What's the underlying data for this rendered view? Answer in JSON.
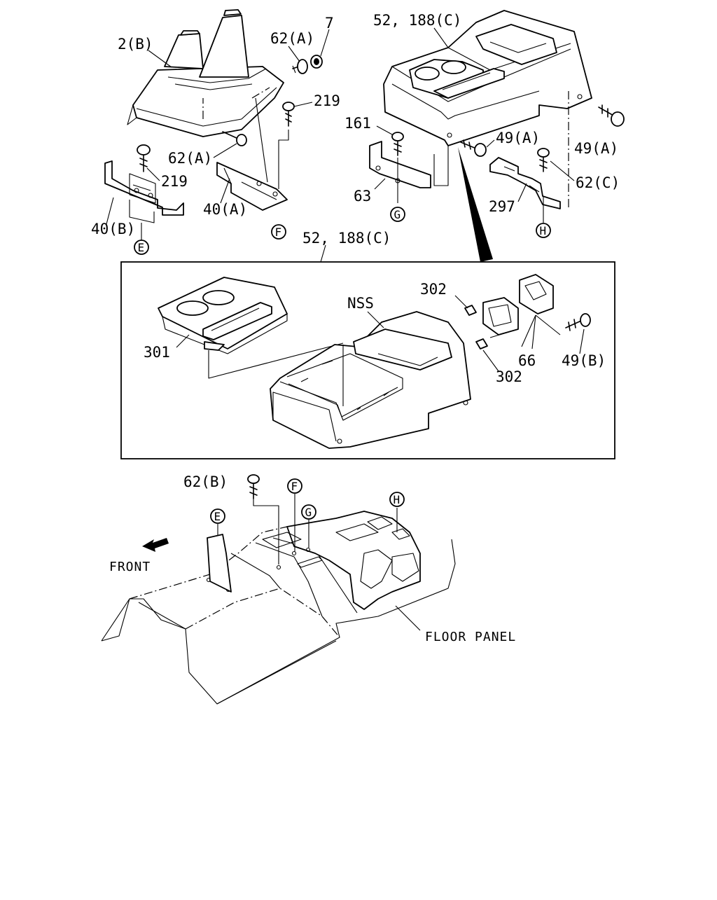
{
  "labels": {
    "shift_boot": "2(B)",
    "bolt_62a_top": "62(A)",
    "grommet_7": "7",
    "screw_219_right": "219",
    "bolt_62a_left": "62(A)",
    "screw_219_left": "219",
    "bracket_40a": "40(A)",
    "bracket_40b": "40(B)",
    "console_top": "52, 188(C)",
    "screw_161": "161",
    "screw_49a_mid": "49(A)",
    "screw_49a_right": "49(A)",
    "bracket_63": "63",
    "bolt_62c": "62(C)",
    "bracket_297": "297",
    "console_detail": "52, 188(C)",
    "nss": "NSS",
    "clip_302_top": "302",
    "tray_301": "301",
    "cup_66": "66",
    "clip_302_bottom": "302",
    "screw_49b": "49(B)",
    "bolt_62b": "62(B)",
    "front": "FRONT",
    "floor_panel": "FLOOR PANEL"
  },
  "refs": {
    "E_top": "E",
    "F_top": "F",
    "G_top": "G",
    "H_top": "H",
    "E_floor": "E",
    "F_floor": "F",
    "G_floor": "G",
    "H_floor": "H"
  }
}
